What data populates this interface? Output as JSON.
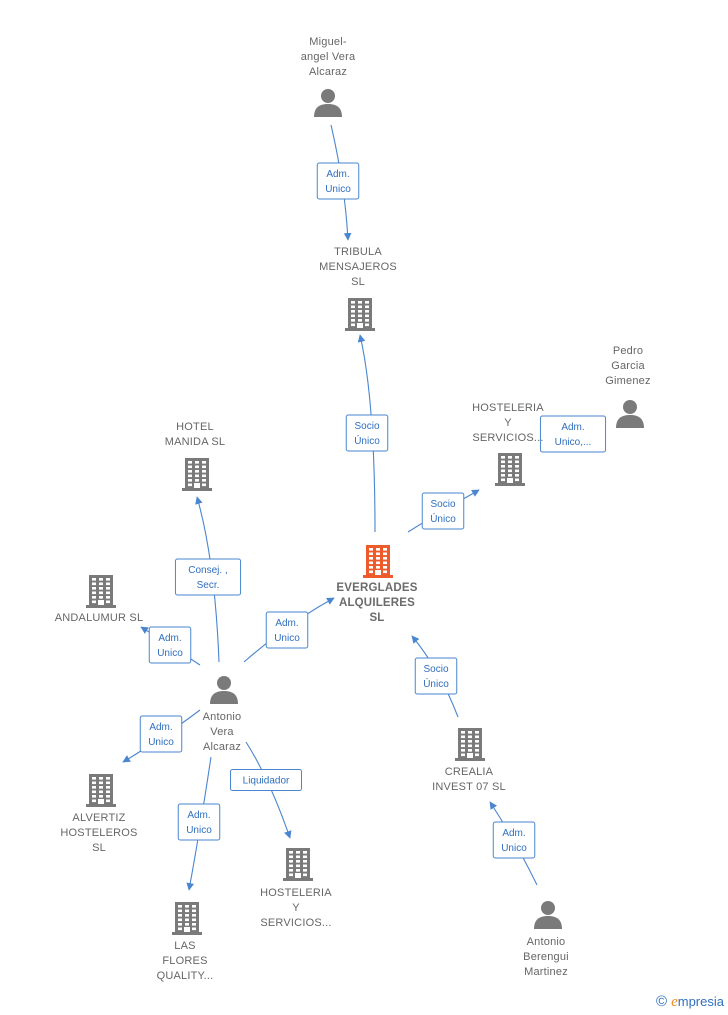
{
  "colors": {
    "edge": "#4a86cf",
    "node": "#7a7a7a",
    "main": "#ef5a2a"
  },
  "nodes": [
    {
      "id": "miguel",
      "type": "person",
      "icon": "person-icon",
      "label": [
        "Miguel-",
        "angel Vera",
        "Alcaraz"
      ]
    },
    {
      "id": "tribula",
      "type": "company",
      "icon": "building-icon",
      "label": [
        "TRIBULA",
        "MENSAJEROS",
        "SL"
      ]
    },
    {
      "id": "pedro",
      "type": "person",
      "icon": "person-icon",
      "label": [
        "Pedro",
        "Garcia",
        "Gimenez"
      ]
    },
    {
      "id": "hosteleria1",
      "type": "company",
      "icon": "building-icon",
      "label": [
        "HOSTELERIA",
        "Y",
        "SERVICIOS..."
      ]
    },
    {
      "id": "hotel",
      "type": "company",
      "icon": "building-icon",
      "label": [
        "HOTEL",
        "MANIDA  SL"
      ]
    },
    {
      "id": "everglades",
      "type": "company",
      "main": true,
      "icon": "building-icon",
      "label": [
        "EVERGLADES",
        "ALQUILERES",
        "SL"
      ]
    },
    {
      "id": "andalumur",
      "type": "company",
      "icon": "building-icon",
      "label": [
        "ANDALUMUR SL"
      ]
    },
    {
      "id": "antonio_vera",
      "type": "person",
      "icon": "person-icon",
      "label": [
        "Antonio",
        "Vera",
        "Alcaraz"
      ]
    },
    {
      "id": "crealia",
      "type": "company",
      "icon": "building-icon",
      "label": [
        "CREALIA",
        "INVEST 07 SL"
      ]
    },
    {
      "id": "alvertiz",
      "type": "company",
      "icon": "building-icon",
      "label": [
        "ALVERTIZ",
        "HOSTELEROS",
        "SL"
      ]
    },
    {
      "id": "hosteleria2",
      "type": "company",
      "icon": "building-icon",
      "label": [
        "HOSTELERIA",
        "Y",
        "SERVICIOS..."
      ]
    },
    {
      "id": "las_flores",
      "type": "company",
      "icon": "building-icon",
      "label": [
        "LAS",
        "FLORES",
        "QUALITY..."
      ]
    },
    {
      "id": "antonio_berengui",
      "type": "person",
      "icon": "person-icon",
      "label": [
        "Antonio",
        "Berengui",
        "Martinez"
      ]
    }
  ],
  "edges": [
    {
      "from": "miguel",
      "to": "tribula",
      "label": [
        "Adm.",
        "Unico"
      ]
    },
    {
      "from": "everglades",
      "to": "tribula",
      "label": [
        "Socio",
        "Único"
      ]
    },
    {
      "from": "pedro",
      "to": "hosteleria1",
      "label": [
        "Adm.",
        "Unico,..."
      ]
    },
    {
      "from": "everglades",
      "to": "hosteleria1",
      "label": [
        "Socio",
        "Único"
      ]
    },
    {
      "from": "antonio_vera",
      "to": "hotel",
      "label": [
        "Consej. ,",
        "Secr."
      ]
    },
    {
      "from": "antonio_vera",
      "to": "everglades",
      "label": [
        "Adm.",
        "Unico"
      ]
    },
    {
      "from": "antonio_vera",
      "to": "andalumur",
      "label": [
        "Adm.",
        "Unico"
      ]
    },
    {
      "from": "antonio_vera",
      "to": "alvertiz",
      "label": [
        "Adm.",
        "Unico"
      ]
    },
    {
      "from": "antonio_vera",
      "to": "hosteleria2",
      "label": [
        "Liquidador"
      ]
    },
    {
      "from": "antonio_vera",
      "to": "las_flores",
      "label": [
        "Adm.",
        "Unico"
      ]
    },
    {
      "from": "crealia",
      "to": "everglades",
      "label": [
        "Socio",
        "Único"
      ]
    },
    {
      "from": "antonio_berengui",
      "to": "crealia",
      "label": [
        "Adm.",
        "Unico"
      ]
    }
  ],
  "footer": {
    "copyright": "©",
    "brand_first": "e",
    "brand_rest": "mpresia"
  }
}
